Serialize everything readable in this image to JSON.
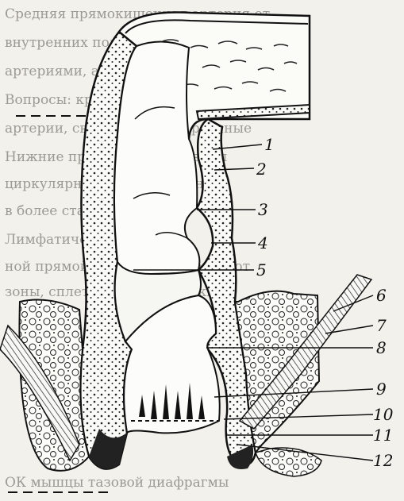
{
  "background_text": [
    "Средняя прямокишечная артерия от",
    "внутренних подвздошных артерий",
    "артериями, а также ветвями нижних",
    "Вопросы: крестцовые и нижние",
    "артерии, связанные межорганные",
    "Нижние прямокишечные вены",
    "циркулярной ножки венозного",
    "в более старшем возрасте",
    "Лимфатические сосуды и",
    "ной прямой кишки сопровождают",
    "зоны, сплетения и брыжейки",
    "",
    "",
    "",
    "",
    "",
    "ОК мышцы тазовой диафрагмы"
  ],
  "callouts": [
    "1",
    "2",
    "3",
    "4",
    "5",
    "6",
    "7",
    "8",
    "9",
    "10",
    "11",
    "12"
  ]
}
